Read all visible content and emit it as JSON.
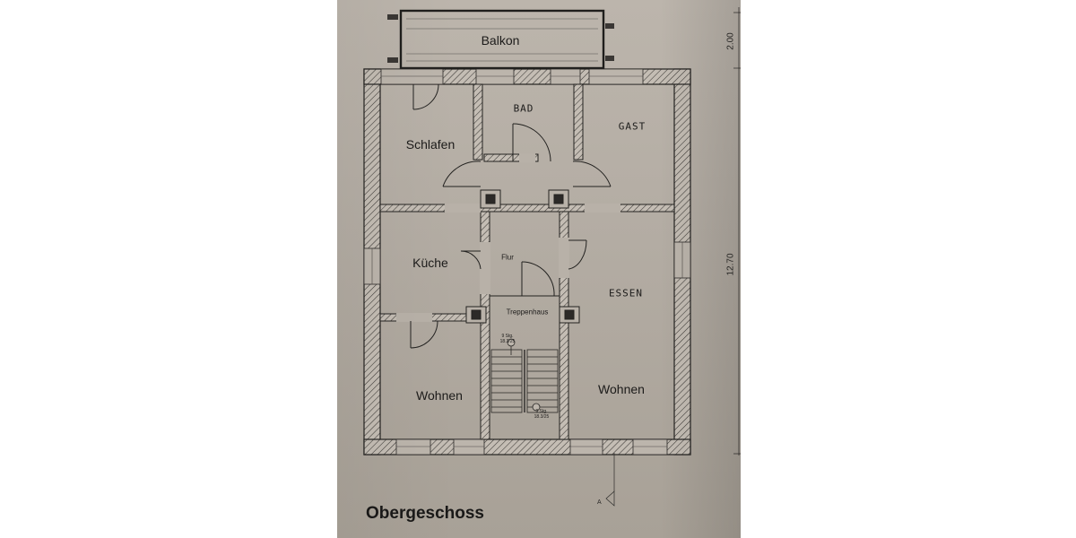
{
  "plan": {
    "title": "Obergeschoss",
    "rooms": {
      "balkon": "Balkon",
      "bad": "BAD",
      "gast": "GAST",
      "schlafen": "Schlafen",
      "kueche": "Küche",
      "flur": "Flur",
      "essen": "ESSEN",
      "treppenhaus": "Treppenhaus",
      "wohnen_left": "Wohnen",
      "wohnen_right": "Wohnen"
    },
    "stairs": {
      "upper_count": "9 Stg.",
      "upper_size": "18.3/25",
      "lower_count": "9 Stg.",
      "lower_size": "18.3/25"
    },
    "dimensions": {
      "balcony_depth": "2.00",
      "total_depth": "12.70"
    },
    "section_marker": "A"
  }
}
